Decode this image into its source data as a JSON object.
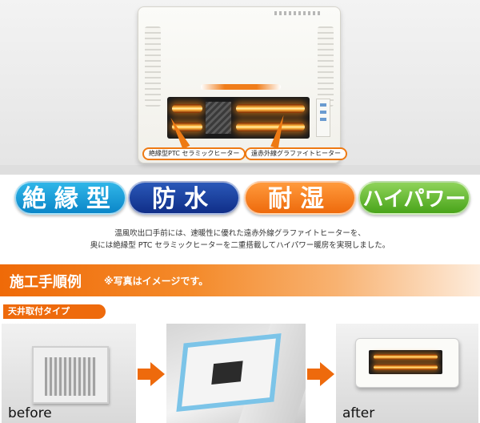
{
  "hero": {
    "callouts": [
      "絶縁型PTC セラミックヒーター",
      "遠赤外線グラファイトヒーター"
    ]
  },
  "features": {
    "badges": [
      "絶縁型",
      "防水",
      "耐湿",
      "ハイパワー"
    ],
    "description_line1": "温風吹出口手前には、速暖性に優れた遠赤外線グラファイトヒーターを、",
    "description_line2": "奥には絶縁型 PTC セラミックヒーターを二重搭載してハイパワー暖房を実現しました。"
  },
  "procedure": {
    "title": "施工手順例",
    "note": "※写真はイメージです。",
    "type_label": "天井取付タイプ",
    "steps": [
      {
        "caption": "before"
      },
      {
        "caption": ""
      },
      {
        "caption": "after"
      }
    ]
  },
  "colors": {
    "accent_orange": "#ee6a0c",
    "badge_blue_light": "#0b86c8",
    "badge_blue_dark": "#102e88",
    "badge_orange": "#ee6a0c",
    "badge_green": "#49a41a"
  },
  "icons": [
    "right-arrow-icon",
    "right-arrow-icon"
  ]
}
